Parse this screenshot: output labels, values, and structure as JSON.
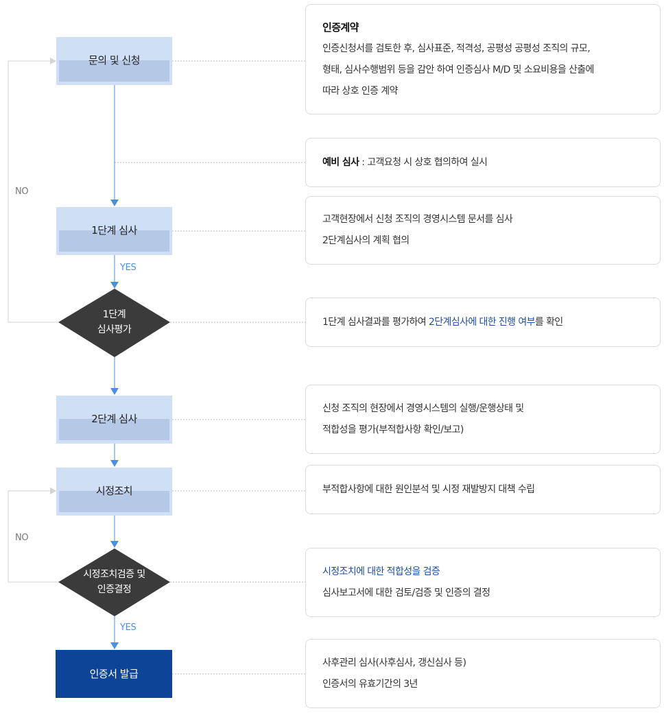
{
  "colors": {
    "node_fill": "#cfdff5",
    "node_band": "#b5c8e6",
    "decision_fill": "#3b3b3b",
    "final_fill": "#0e4497",
    "arrow": "#4a8fe0",
    "highlight": "#1e4ea2"
  },
  "flow": {
    "node1": "문의 및 신청",
    "node2": "1단계 심사",
    "decision1": [
      "1단계",
      "심사평가"
    ],
    "node3": "2단계 심사",
    "node4": "시정조치",
    "decision2": [
      "시정조치검증 및",
      "인증결정"
    ],
    "final": "인증서 발급"
  },
  "labels": {
    "no": "NO",
    "yes": "YES"
  },
  "cards": {
    "contract": {
      "title": "인증계약",
      "lines": [
        "인증신청서를 검토한 후, 심사표준, 적격성, 공평성 공평성 조직의 규모,",
        "형태, 심사수행범위 등을 감안 하여 인증심사 M/D 및 소요비용을 산출에",
        "따라 상호 인증 계약"
      ]
    },
    "prelim": {
      "bold": "예비 심사",
      "sep": " : ",
      "text": "고객요청 시 상호 협의하여 실시"
    },
    "stage1": {
      "lines": [
        "고객현장에서 신청 조직의 경영시스템 문서를 심사",
        "2단계심사의 계획 협의"
      ]
    },
    "eval": {
      "pre": "1단계 심사결과를 평가하여 ",
      "highlight": "2단계심사에 대한 진행 여부",
      "post": "를 확인"
    },
    "stage2": {
      "lines": [
        "신청 조직의 현장에서 경영시스템의 실행/운행상태 및",
        "적합성을 평가(부적합사항 확인/보고)"
      ]
    },
    "corrective": {
      "lines": [
        "부적합사항에 대한 원인분석 및 시정 재발방지 대책 수립"
      ]
    },
    "verify": {
      "highlight": "시정조치에 대한 적합성을 검증",
      "line": "심사보고서에 대한 검토/검증 및 인증의 결정"
    },
    "issue": {
      "lines": [
        "사후관리 심사(사후심사, 갱신심사 등)",
        "인증서의 유효기간의 3년"
      ]
    }
  }
}
